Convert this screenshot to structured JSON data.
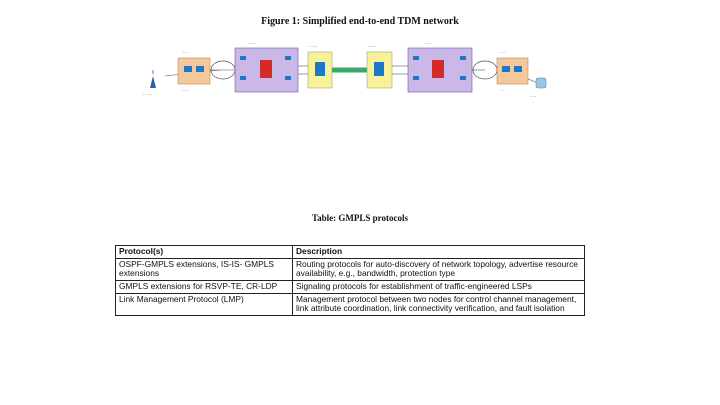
{
  "figure": {
    "title": "Figure 1: Simplified end-to-end TDM network"
  },
  "table": {
    "title": "Table: GMPLS protocols",
    "columns": [
      "Protocol(s)",
      "Description"
    ],
    "rows": [
      {
        "protocol": "OSPF-GMPLS extensions, IS-IS- GMPLS extensions",
        "description": "Routing protocols for auto-discovery of network topology, advertise resource availability, e.g., bandwidth, protection type"
      },
      {
        "protocol": "GMPLS extensions for RSVP-TE, CR-LDP",
        "description": "Signaling protocols for establishment of traffic-engineered LSPs"
      },
      {
        "protocol": "Link Management Protocol (LMP)",
        "description": "Management protocol between two nodes for control channel management, link attribute coordination, link connectivity verification, and fault isolation"
      }
    ]
  },
  "colors": {
    "node_orange": "#f4c89a",
    "node_purple": "#c9b8e8",
    "node_yellow": "#f6f19a",
    "cross_connect_red": "#d42a2a",
    "port_blue": "#1e78c8",
    "link_green": "#3aa86a"
  }
}
